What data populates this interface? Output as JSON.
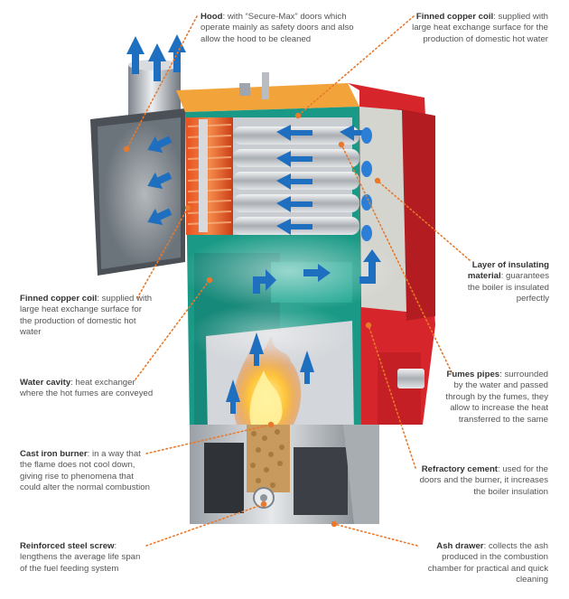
{
  "labels": {
    "hood": {
      "term": "Hood",
      "text": ": with “Secure-Max” doors which operate mainly as safety doors and also allow the hood to be cleaned"
    },
    "coil_top": {
      "term": "Finned copper coil",
      "text": ": supplied with large heat exchange surface for the production of domestic hot water"
    },
    "insulation": {
      "term": "Layer of insulating material",
      "text": ": guarantees the boiler is insulated perfectly"
    },
    "coil_left": {
      "term": "Finned copper coil",
      "text": ": supplied with large heat exchange surface for the production of domestic hot water"
    },
    "water_cavity": {
      "term": "Water cavity",
      "text": ": heat exchanger where the hot fumes are conveyed"
    },
    "fumes_pipes": {
      "term": "Fumes pipes",
      "text": ": surrounded by the water and passed through by the fumes, they allow to increase the heat transferred to the same"
    },
    "burner": {
      "term": "Cast iron burner",
      "text": ": in a way that the flame does not cool down, giving rise to phenomena that could alter the normal combustion"
    },
    "cement": {
      "term": "Refractory cement",
      "text": ": used for the doors and the burner, it increases the boiler insulation"
    },
    "screw": {
      "term": "Reinforced steel screw",
      "text": ": lengthens the average life span of the fuel feeding system"
    },
    "ash": {
      "term": "Ash drawer",
      "text": ": collects the ash produced in the combustion chamber for practical and quick cleaning"
    }
  },
  "colors": {
    "leader": "#e8792b",
    "boiler_red": "#d7262b",
    "water_teal": "#1a9a86",
    "steel": "#c8ccd0",
    "flow_arrow": "#1f6fc0",
    "flame": "#f5a623"
  }
}
